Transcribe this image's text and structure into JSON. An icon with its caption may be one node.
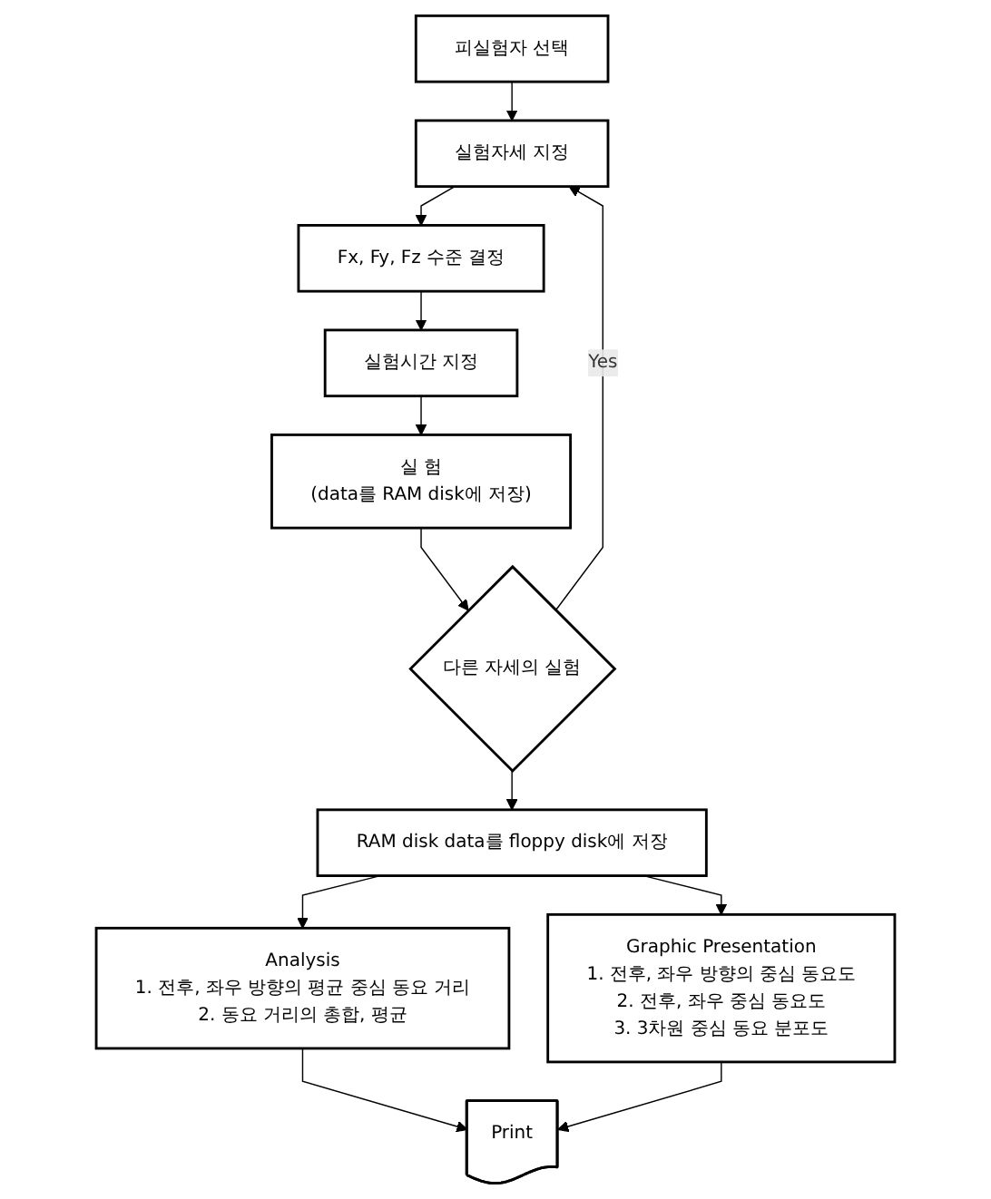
{
  "diagram": {
    "nodes": [
      {
        "text": [
          "피실험자 선택"
        ]
      },
      {
        "text": [
          "실험자세 지정"
        ]
      },
      {
        "text": [
          "Fx, Fy, Fz 수준 결정"
        ]
      },
      {
        "text": [
          "실험시간 지정"
        ]
      },
      {
        "text": [
          "실 험",
          "(data를 RAM disk에 저장)"
        ]
      },
      {
        "text": [
          "다른 자세의 실험"
        ]
      },
      {
        "text": [
          "RAM disk data를 floppy disk에 저장"
        ]
      },
      {
        "text": [
          "Analysis",
          "1. 전후, 좌우 방향의 평균 중심 동요 거리",
          "2. 동요 거리의 총합, 평균"
        ]
      },
      {
        "text": [
          "Graphic Presentation",
          "1. 전후, 좌우 방향의 중심 동요도",
          "2. 전후, 좌우 중심 동요도",
          "3. 3차원 중심 동요 분포도"
        ]
      },
      {
        "text": [
          "Print"
        ]
      }
    ],
    "edges": [
      {
        "from": 0,
        "to": 1,
        "arrow": "to"
      },
      {
        "from": 1,
        "to": 2,
        "arrow": "to"
      },
      {
        "from": 2,
        "to": 3,
        "arrow": "to"
      },
      {
        "from": 3,
        "to": 4,
        "arrow": "to"
      },
      {
        "from": 4,
        "to": 5,
        "arrow": "to"
      },
      {
        "from": 5,
        "to": 1,
        "arrow": "to",
        "label": "Yes"
      },
      {
        "from": 5,
        "to": 6,
        "arrow": "to"
      },
      {
        "from": 6,
        "to": 7,
        "arrow": "to"
      },
      {
        "from": 6,
        "to": 8,
        "arrow": "to"
      },
      {
        "from": 7,
        "to": 9,
        "arrow": "to"
      },
      {
        "from": 8,
        "to": 9,
        "arrow": "to"
      }
    ]
  }
}
